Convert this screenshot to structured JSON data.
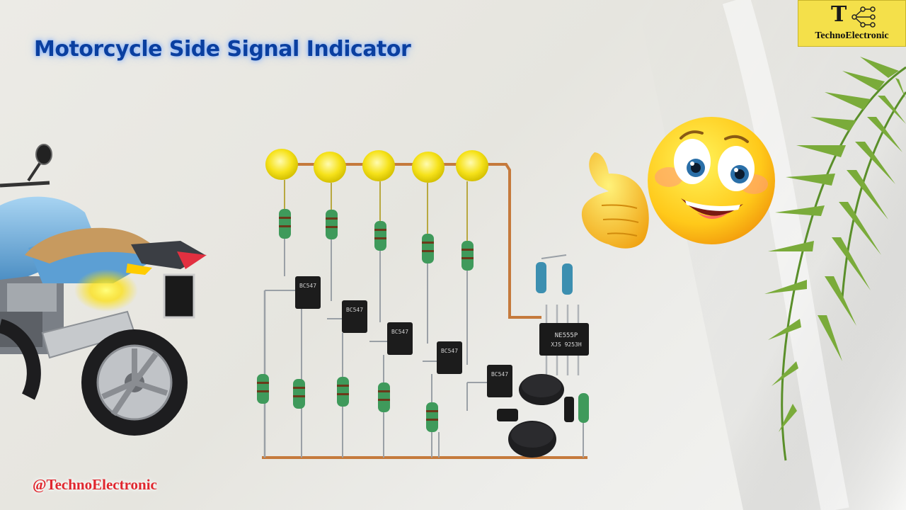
{
  "title": "Motorcycle Side Signal Indicator",
  "logo": {
    "letter": "T",
    "name": "TechnoElectronic"
  },
  "handle": "@TechnoElectronic",
  "chips": {
    "transistor_label": "BC547",
    "ic_label_1": "NE555P",
    "ic_label_2": "XJS 9253H"
  }
}
